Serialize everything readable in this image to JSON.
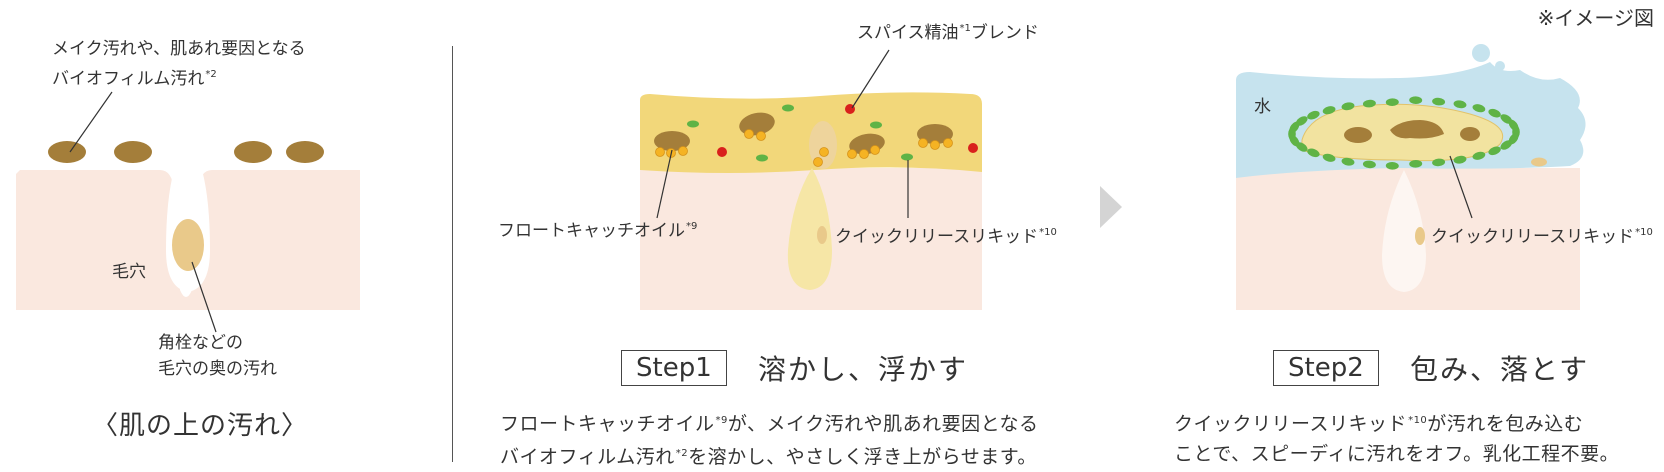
{
  "note": "※イメージ図",
  "panel1": {
    "callout_top_line1": "メイク汚れや、肌あれ要因となる",
    "callout_top_line2": "バイオフィルム汚れ",
    "callout_top_sup": "*2",
    "pore_label": "毛穴",
    "callout_bottom_line1": "角栓などの",
    "callout_bottom_line2": "毛穴の奥の汚れ",
    "caption": "〈肌の上の汚れ〉"
  },
  "panel2": {
    "spice_label": "スパイス精油",
    "spice_sup": "*1",
    "spice_suffix": "ブレンド",
    "float_label": "フロートキャッチオイル",
    "float_sup": "*9",
    "liquid_label": "クイックリリースリキッド",
    "liquid_sup": "*10",
    "step_badge": "Step1",
    "step_title": "溶かし、浮かす",
    "desc_line1_a": "フロートキャッチオイル",
    "desc_line1_sup": "*9",
    "desc_line1_b": "が、メイク汚れや肌あれ要因となる",
    "desc_line2_a": "バイオフィルム汚れ",
    "desc_line2_sup": "*2",
    "desc_line2_b": "を溶かし、やさしく浮き上がらせます。"
  },
  "panel3": {
    "water_label": "水",
    "liquid_label": "クイックリリースリキッド",
    "liquid_sup": "*10",
    "step_badge": "Step2",
    "step_title": "包み、落とす",
    "desc_line1_a": "クイックリリースリキッド",
    "desc_line1_sup": "*10",
    "desc_line1_b": "が汚れを包み込む",
    "desc_line2": "ことで、スピーディに汚れをオフ。乳化工程不要。"
  },
  "colors": {
    "skin": "#fae8df",
    "dirt": "#a47e3a",
    "sebum": "#e9c98a",
    "oil": "#f2d77a",
    "green_droplet": "#5fb346",
    "red_droplet": "#d9201c",
    "yellow_droplet": "#f5b323",
    "water": "#c6e3ee",
    "arrow": "#d4d4d4"
  }
}
